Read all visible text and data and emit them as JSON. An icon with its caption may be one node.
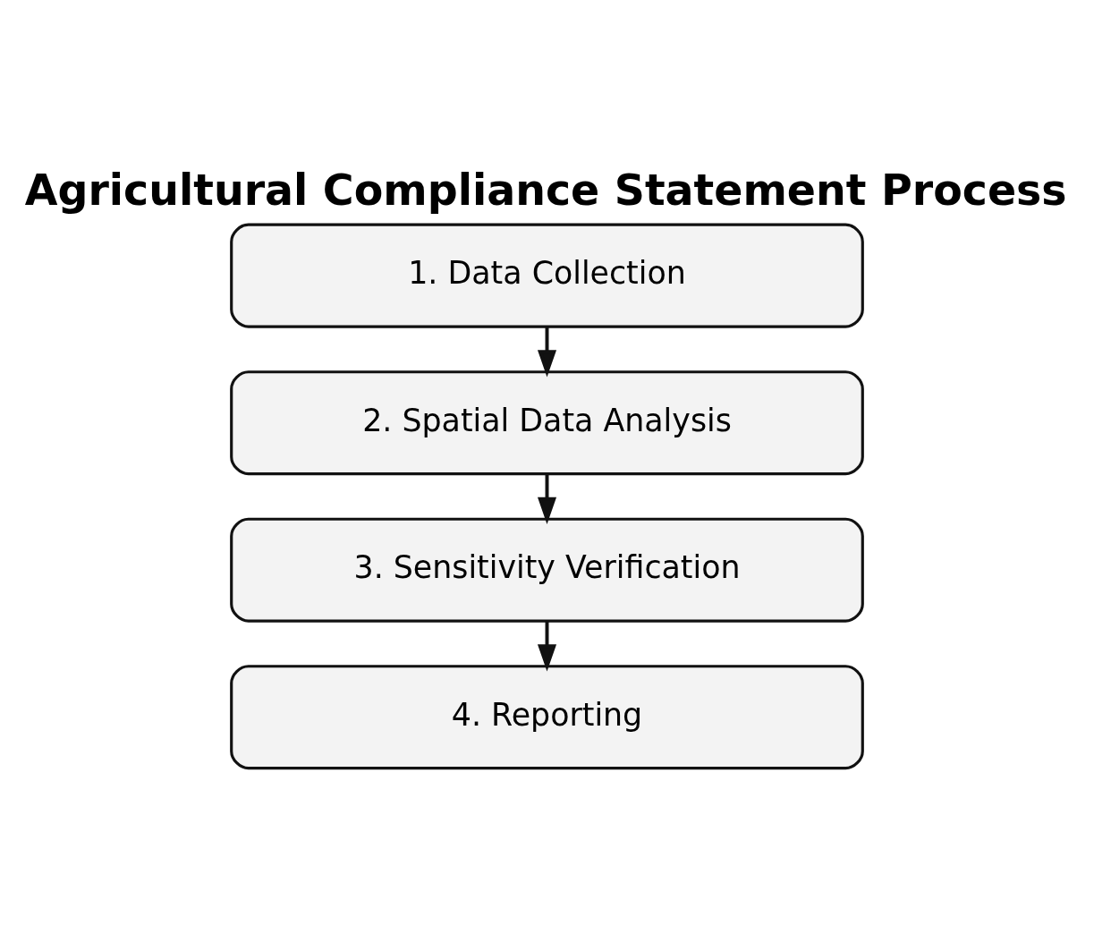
{
  "diagram": {
    "title": "Agricultural Compliance Statement Process",
    "nodes": [
      {
        "text": [
          "1. Data Collection"
        ]
      },
      {
        "text": [
          "2. Spatial Data Analysis"
        ]
      },
      {
        "text": [
          "3. Sensitivity Verification"
        ]
      },
      {
        "text": [
          "4. Reporting"
        ]
      }
    ],
    "edges": [
      {
        "from": 0,
        "to": 1,
        "arrow": "to"
      },
      {
        "from": 1,
        "to": 2,
        "arrow": "to"
      },
      {
        "from": 2,
        "to": 3,
        "arrow": "to"
      }
    ]
  }
}
